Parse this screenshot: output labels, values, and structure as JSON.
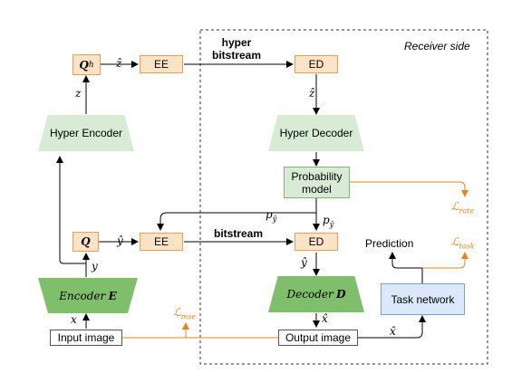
{
  "receiver_side": "Receiver side",
  "labels": {
    "hyper_bitstream": "hyper\nbitstream",
    "bitstream": "bitstream",
    "prediction": "Prediction"
  },
  "symbols": {
    "z": "z",
    "z_hat": "ẑ",
    "z_hat_decoded": "ẑ",
    "y": "y",
    "y_hat": "ŷ",
    "y_hat_decoded": "ŷ",
    "p_y_enc": "p",
    "p_y_dec": "p",
    "p_sub": "ŷ",
    "x": "x",
    "x_hat_out": "x̂",
    "x_hat_task": "x̂"
  },
  "boxes": {
    "qh": "Q",
    "qh_sub": "h",
    "q": "Q",
    "ee_hyper": "EE",
    "ed_hyper": "ED",
    "ee_main": "EE",
    "ed_main": "ED",
    "hyper_encoder": "Hyper Encoder",
    "hyper_decoder": "Hyper Decoder",
    "probability_model": "Probability\nmodel",
    "encoder": "Encoder",
    "encoder_sym": "E",
    "decoder": "Decoder",
    "decoder_sym": "D",
    "task_network": "Task network",
    "input_image": "Input image",
    "output_image": "Output image"
  },
  "losses": {
    "rate": "rate",
    "task": "task",
    "mse": "mse",
    "symbol": "ℒ"
  },
  "colors": {
    "loss_arrow": "#e0851f",
    "line": "#000000"
  }
}
